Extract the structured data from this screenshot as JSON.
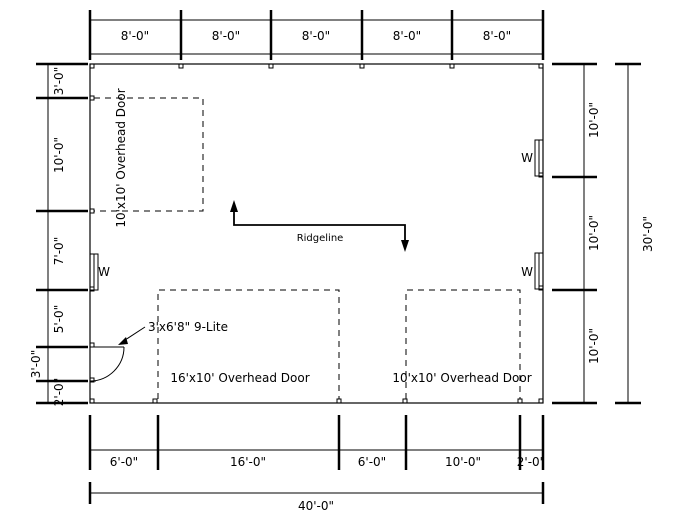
{
  "dimensions": {
    "top": [
      "8'-0\"",
      "8'-0\"",
      "8'-0\"",
      "8'-0\"",
      "8'-0\""
    ],
    "left": [
      "3'-0\"",
      "10'-0\"",
      "7'-0\"",
      "5'-0\"",
      "3'-0\"",
      "2'-0\""
    ],
    "right": [
      "10'-0\"",
      "10'-0\"",
      "10'-0\""
    ],
    "right_total": "30'-0\"",
    "bottom": [
      "6'-0\"",
      "16'-0\"",
      "6'-0\"",
      "10'-0\"",
      "2'-0\""
    ],
    "bottom_total": "40'-0\""
  },
  "labels": {
    "left_overhead_door": "10'x10' Overhead Door",
    "window": "W",
    "ridgeline": "Ridgeline",
    "entry_door": "3'x6'8\" 9-Lite",
    "front_overhead_door_large": "16'x10' Overhead Door",
    "front_overhead_door_small": "10'x10' Overhead Door"
  }
}
